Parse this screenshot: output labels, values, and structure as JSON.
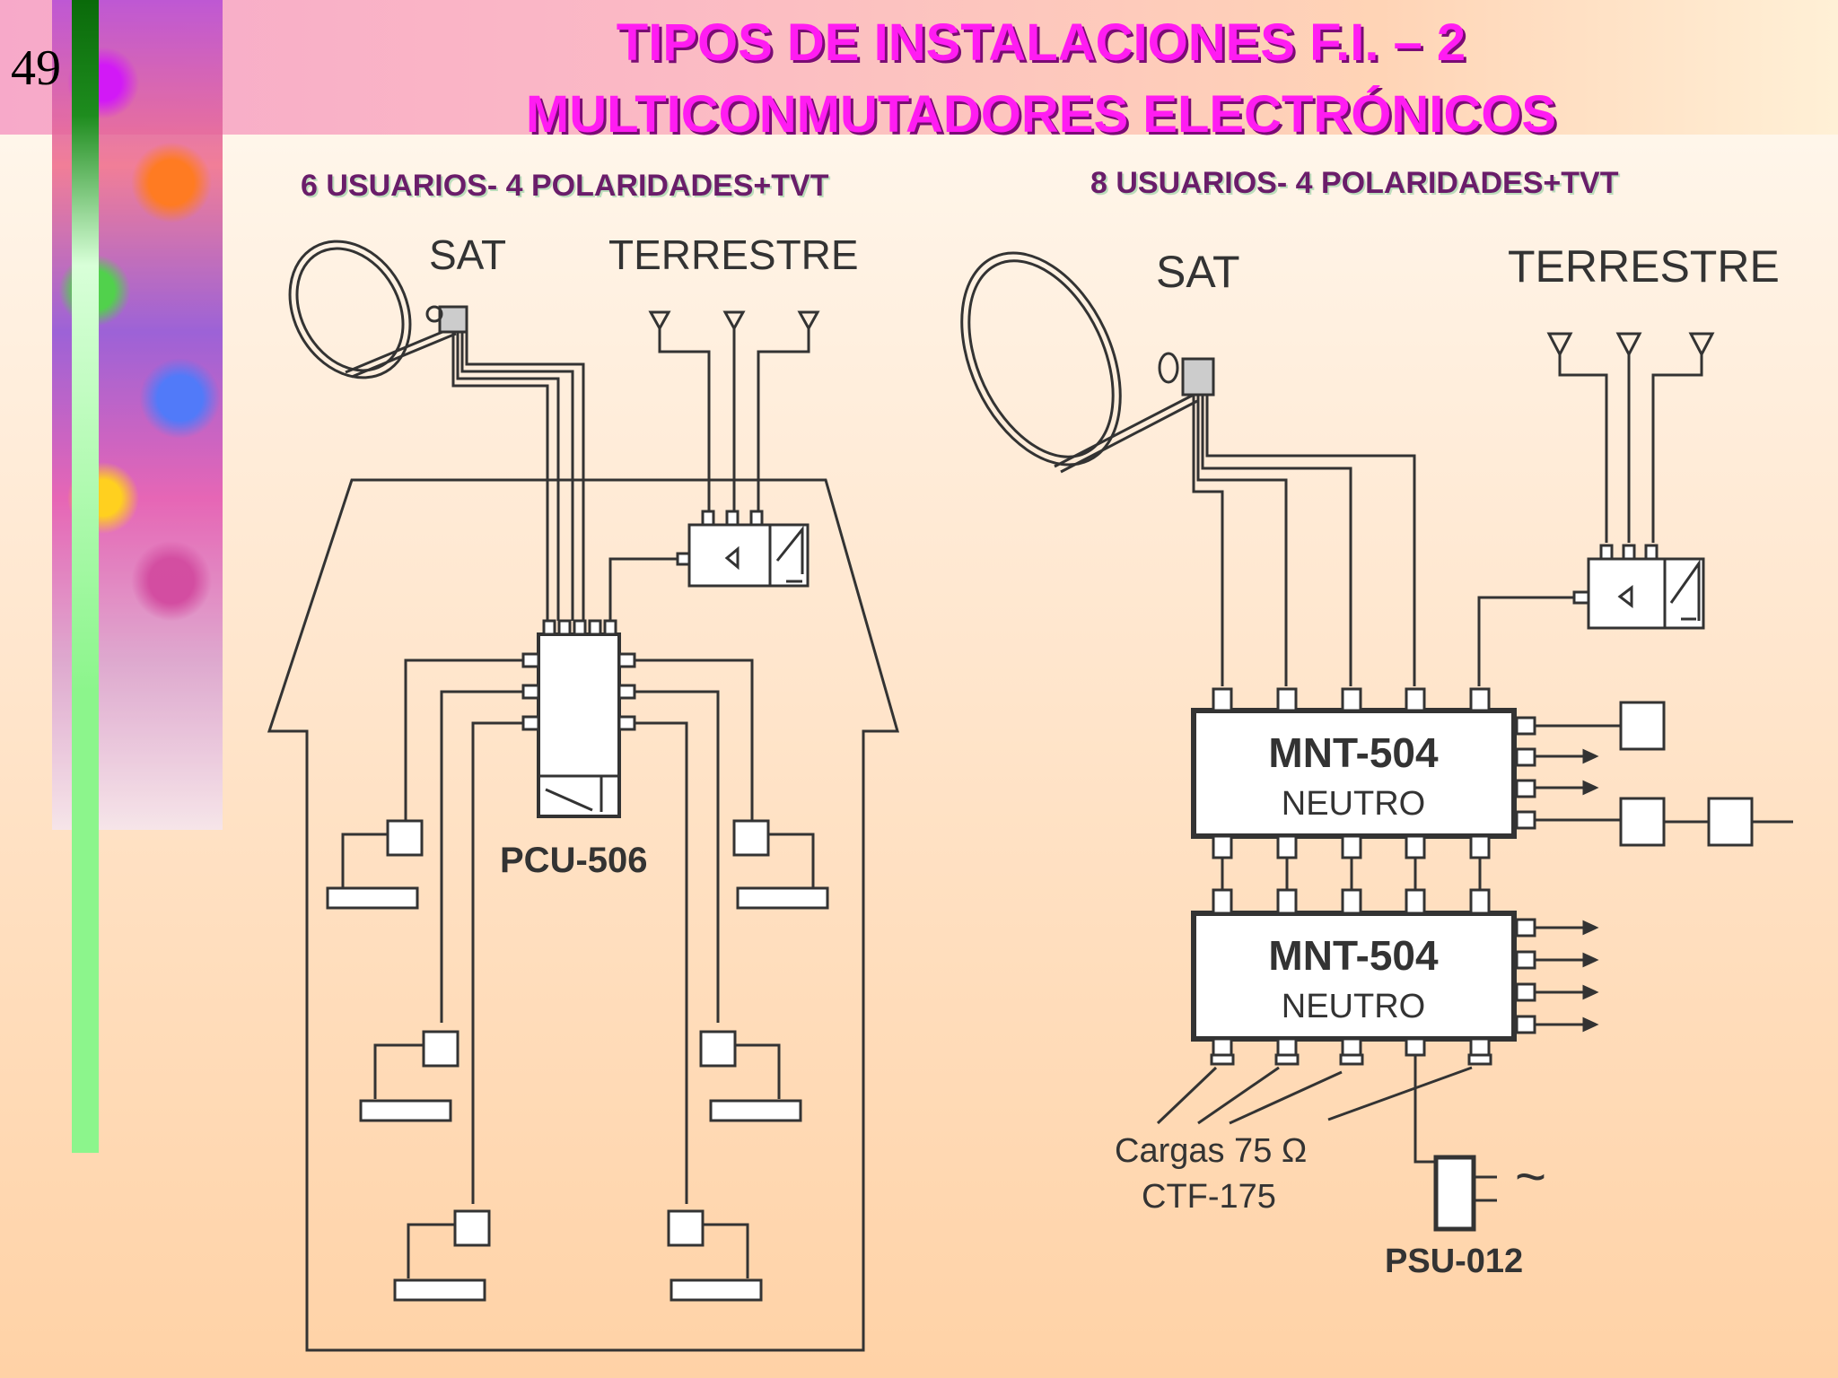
{
  "slide": {
    "number": "49"
  },
  "title": {
    "line1": "TIPOS DE INSTALACIONES F.I. – 2",
    "line2": "MULTICONMUTADORES ELECTRÓNICOS"
  },
  "left": {
    "subtitle": "6 USUARIOS- 4 POLARIDADES+TVT",
    "sat_label": "SAT",
    "terr_label": "TERRESTRE",
    "device_label": "PCU-506"
  },
  "right": {
    "subtitle": "8 USUARIOS- 4 POLARIDADES+TVT",
    "sat_label": "SAT",
    "terr_label": "TERRESTRE",
    "mnt1_title": "MNT-504",
    "mnt1_sub": "NEUTRO",
    "mnt2_title": "MNT-504",
    "mnt2_sub": "NEUTRO",
    "loads_line1": "Cargas 75 Ω",
    "loads_line2": "CTF-175",
    "psu_label": "PSU-012",
    "ac_symbol": "~"
  }
}
